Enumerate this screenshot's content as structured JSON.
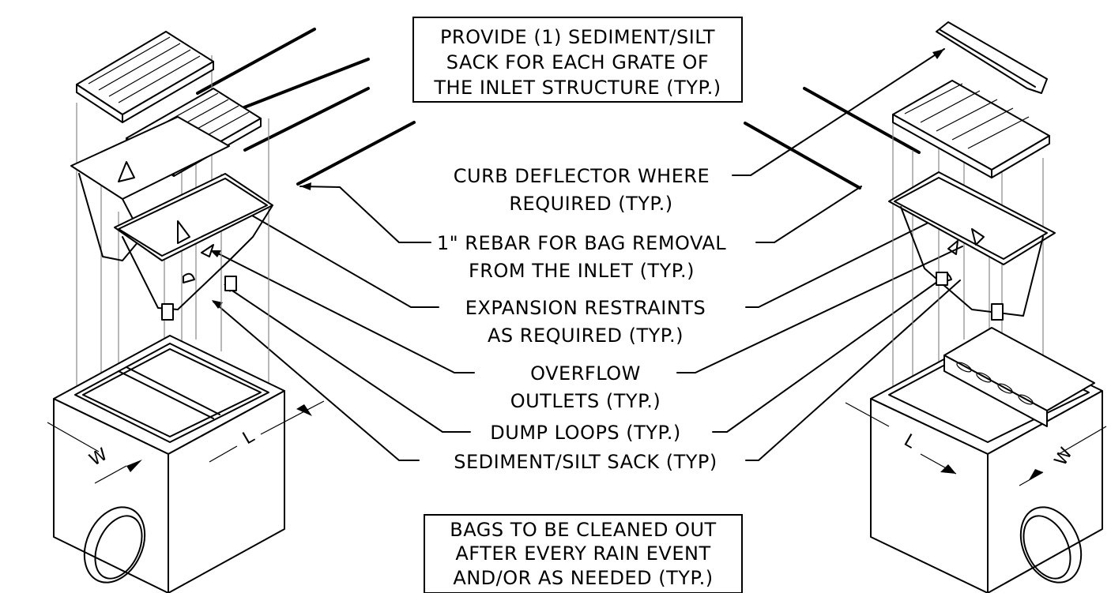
{
  "notes": {
    "top_box": [
      "PROVIDE (1) SEDIMENT/SILT",
      "SACK FOR EACH GRATE OF",
      "THE INLET STRUCTURE (TYP.)"
    ],
    "bottom_box": [
      "BAGS TO BE CLEANED OUT",
      "AFTER EVERY RAIN EVENT",
      "AND/OR AS NEEDED (TYP.)"
    ]
  },
  "callouts": [
    {
      "lines": [
        "CURB DEFLECTOR WHERE",
        "REQUIRED (TYP.)"
      ]
    },
    {
      "lines": [
        "1\" REBAR FOR BAG REMOVAL",
        "FROM THE INLET (TYP.)"
      ]
    },
    {
      "lines": [
        "EXPANSION RESTRAINTS",
        "AS REQUIRED (TYP.)"
      ]
    },
    {
      "lines": [
        "OVERFLOW",
        "OUTLETS (TYP.)"
      ]
    },
    {
      "lines": [
        "DUMP LOOPS (TYP.)"
      ]
    },
    {
      "lines": [
        "SEDIMENT/SILT SACK (TYP)"
      ]
    }
  ],
  "dimensions": {
    "left_w": "W",
    "left_l": "L",
    "right_l": "L",
    "right_w": "W"
  }
}
